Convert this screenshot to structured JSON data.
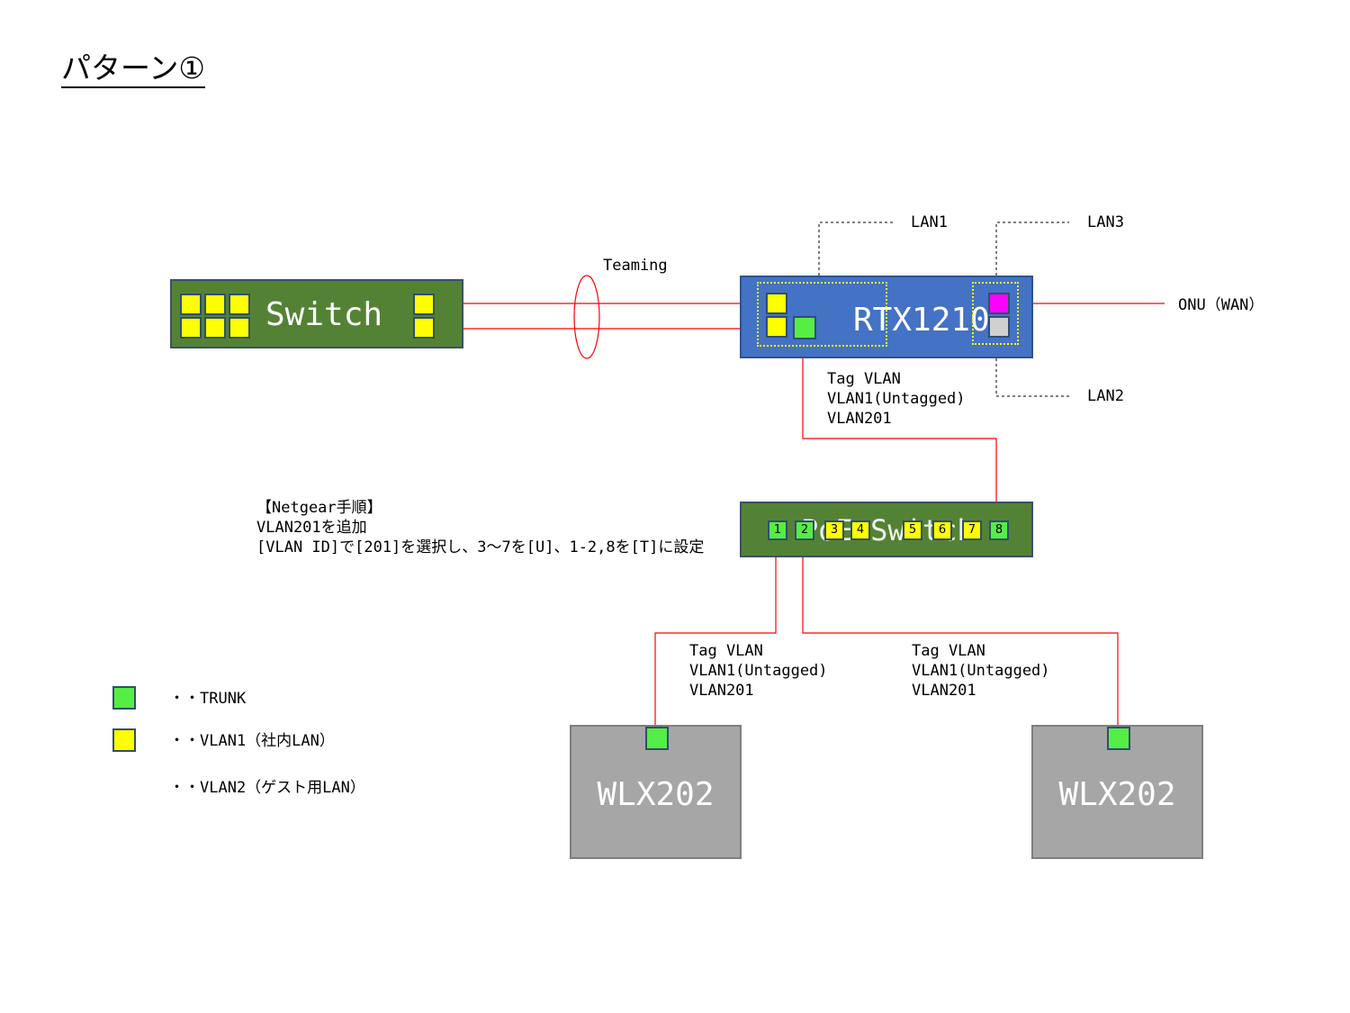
{
  "page_title": "パターン①",
  "switch": {
    "label": "Switch"
  },
  "teaming_label": "Teaming",
  "router": {
    "label": "RTX1210"
  },
  "callouts": {
    "lan1": "LAN1",
    "lan3": "LAN3",
    "lan2": "LAN2",
    "onu": "ONU（WAN）"
  },
  "router_link": {
    "line1": "Tag VLAN",
    "line2": "VLAN1(Untagged)",
    "line3": "VLAN201"
  },
  "procedure": {
    "heading": "【Netgear手順】",
    "step1": "VLAN201を追加",
    "step2": "[VLAN ID]で[201]を選択し、3～7を[U]、1-2,8を[T]に設定"
  },
  "poe_switch": {
    "label": "PoE Switch",
    "ports": [
      {
        "num": "1",
        "kind": "trunk"
      },
      {
        "num": "2",
        "kind": "trunk"
      },
      {
        "num": "3",
        "kind": "vlan1"
      },
      {
        "num": "4",
        "kind": "vlan1"
      },
      {
        "num": "5",
        "kind": "vlan1"
      },
      {
        "num": "6",
        "kind": "vlan1"
      },
      {
        "num": "7",
        "kind": "vlan1"
      },
      {
        "num": "8",
        "kind": "trunk"
      }
    ]
  },
  "ap_link_left": {
    "line1": "Tag VLAN",
    "line2": "VLAN1(Untagged)",
    "line3": "VLAN201"
  },
  "ap_link_right": {
    "line1": "Tag VLAN",
    "line2": "VLAN1(Untagged)",
    "line3": "VLAN201"
  },
  "access_points": [
    {
      "label": "WLX202"
    },
    {
      "label": "WLX202"
    }
  ],
  "legend": {
    "trunk": "・・TRUNK",
    "vlan1": "・・VLAN1（社内LAN）",
    "vlan2": "・・VLAN2（ゲスト用LAN）"
  },
  "colors": {
    "trunk": "#55ee44",
    "vlan1": "#ffff00",
    "wan_port": "#ff00ff",
    "link": "#ff0000",
    "green_device": "#548235",
    "router": "#4472c4",
    "access_point": "#a6a6a6"
  }
}
